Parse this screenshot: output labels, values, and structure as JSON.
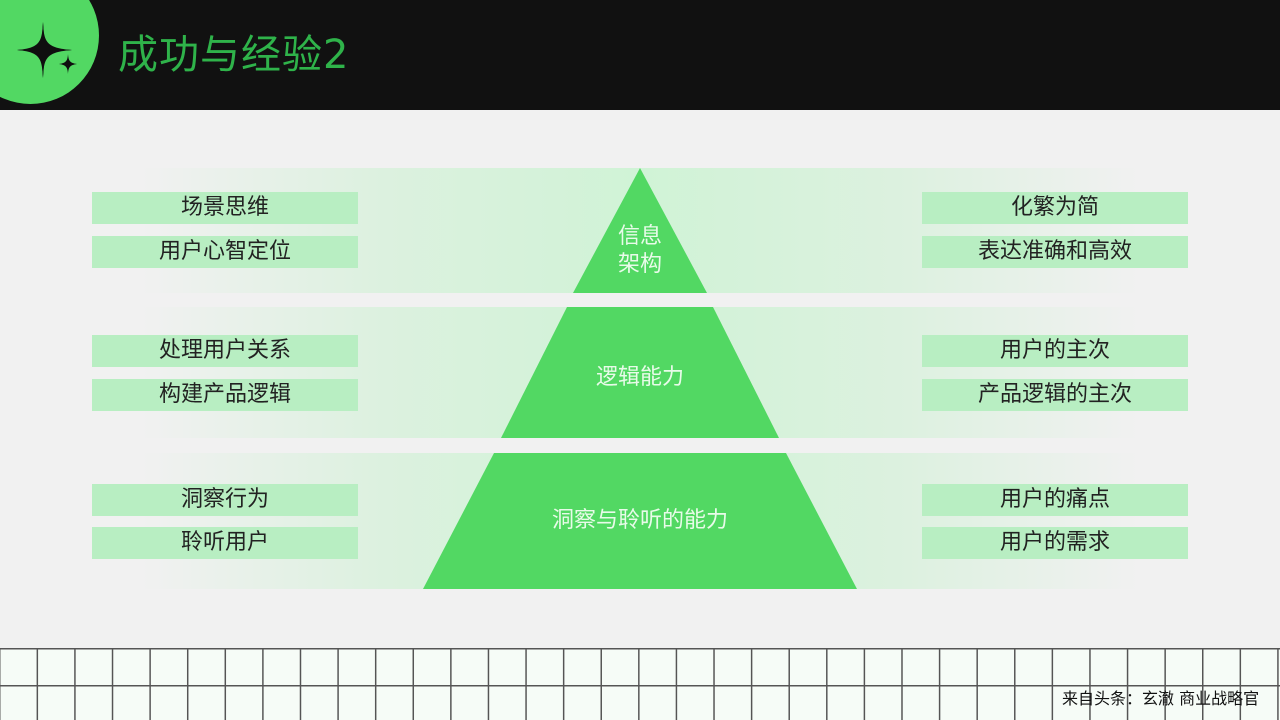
{
  "header": {
    "title": "成功与经验2",
    "logo_icon": "sparkle-icon"
  },
  "pyramid": {
    "levels": [
      {
        "label_line1": "信息",
        "label_line2": "架构",
        "left": [
          "场景思维",
          "用户心智定位"
        ],
        "right": [
          "化繁为简",
          "表达准确和高效"
        ]
      },
      {
        "label": "逻辑能力",
        "left": [
          "处理用户关系",
          "构建产品逻辑"
        ],
        "right": [
          "用户的主次",
          "产品逻辑的主次"
        ]
      },
      {
        "label": "洞察与聆听的能力",
        "left": [
          "洞察行为",
          "聆听用户"
        ],
        "right": [
          "用户的痛点",
          "用户的需求"
        ]
      }
    ]
  },
  "footer": {
    "watermark": "来自头条：玄澈 商业战略官"
  },
  "colors": {
    "accent_green": "#52d863",
    "title_green": "#2fb34a",
    "label_box": "#b8eec2",
    "header_bg": "#111111",
    "page_bg": "#f1f1f1"
  }
}
